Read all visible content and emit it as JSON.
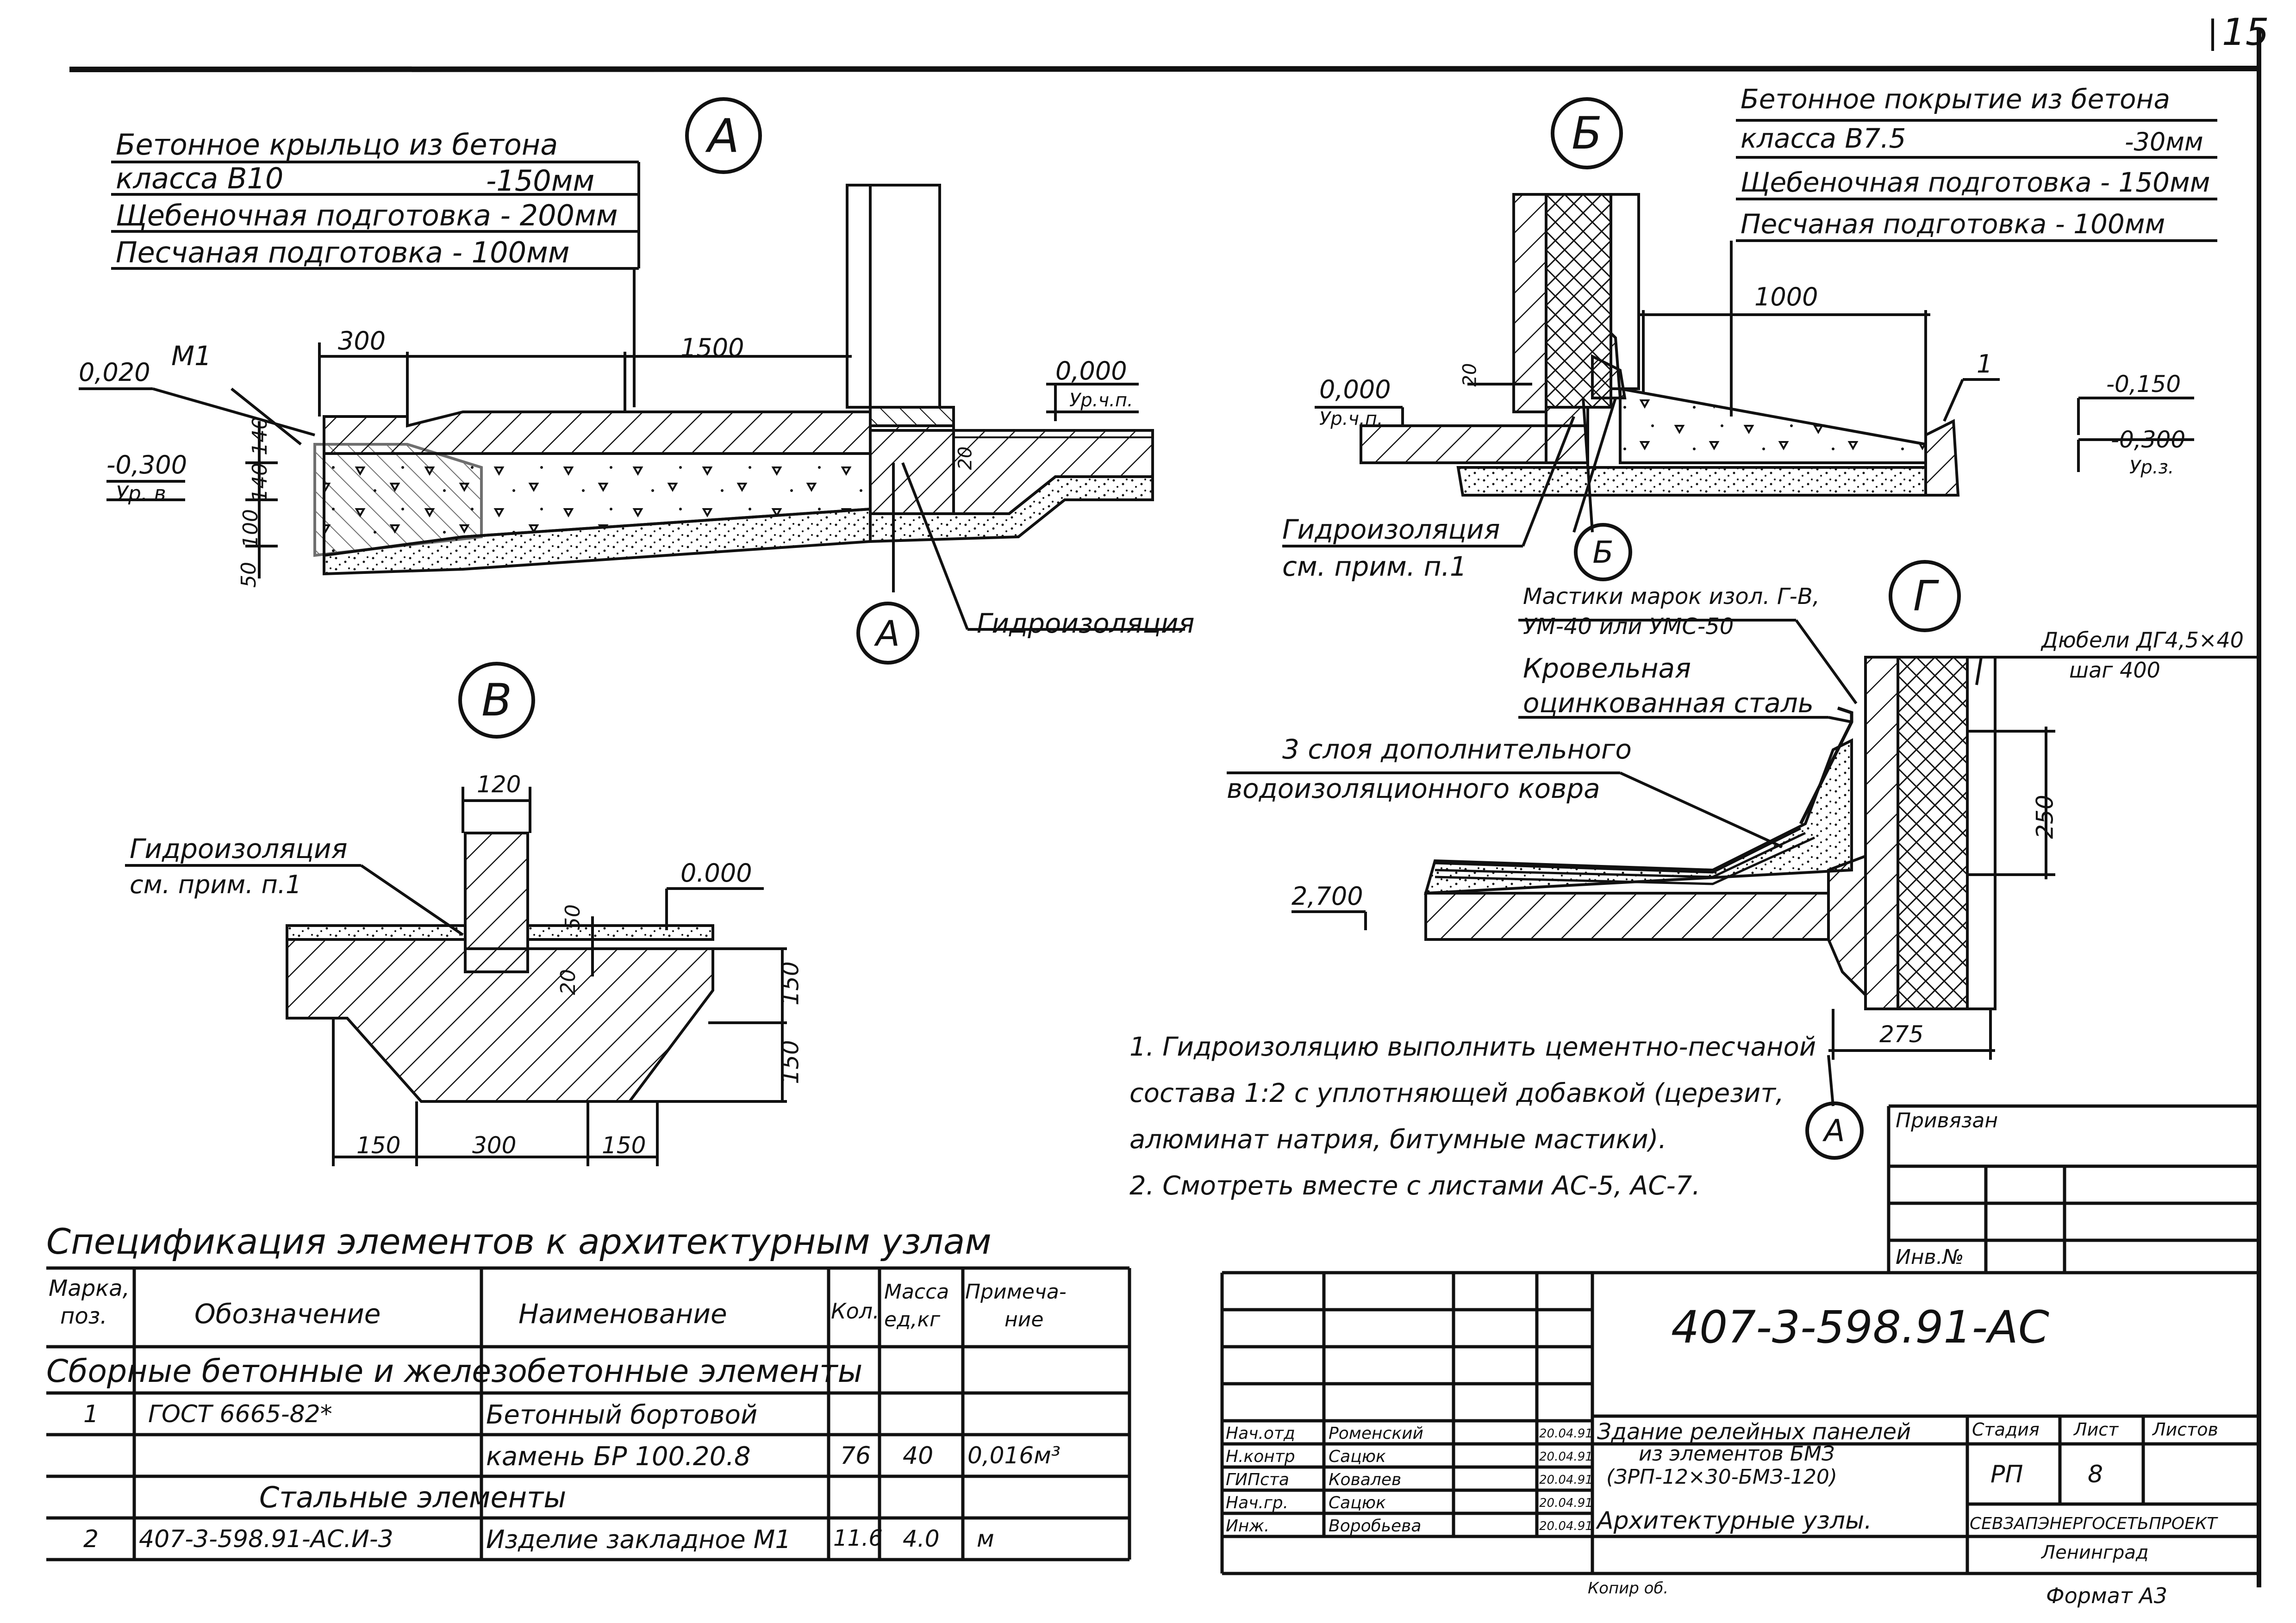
{
  "page_number": "15",
  "node_a": {
    "marker": "А",
    "layers": [
      "Бетонное крыльцо из бетона",
      "класса В10",
      "-150мм",
      "Щебеночная подготовка - 200мм",
      "Песчаная подготовка - 100мм"
    ],
    "elev_left": "0,020",
    "m1": "М1",
    "elev_lower": "-0,300",
    "level_b": "Ур. в",
    "dim_300": "300",
    "dim_1500": "1500",
    "dim_140a": "140",
    "dim_140b": "140",
    "dim_100": "100",
    "dim_50": "50",
    "dim_20": "20",
    "elev_right": "0,000",
    "level_right": "Ур.ч.п.",
    "section_mark": "А",
    "hydro": "Гидроизоляция"
  },
  "node_b": {
    "marker": "Б",
    "layers": [
      "Бетонное покрытие из бетона",
      "класса В7.5",
      "-30мм",
      "Щебеночная подготовка - 150мм",
      "Песчаная подготовка - 100мм"
    ],
    "dim_1000": "1000",
    "dim_20": "20",
    "elev_left": "0,000",
    "level_left": "Ур.ч.п.",
    "callout_1": "1",
    "elev_r1": "-0,150",
    "elev_r2": "-0,300",
    "level_r": "Ур.з.",
    "hydro_note": "Гидроизоляция",
    "hydro_note2": "см. прим. п.1",
    "section_mark": "Б"
  },
  "node_v": {
    "marker": "В",
    "dim_120": "120",
    "hydro_note": "Гидроизоляция",
    "hydro_note2": "см. прим. п.1",
    "elev": "0.000",
    "dim_50": "50",
    "dim_20": "20",
    "dim_150a": "150",
    "dim_150b": "150",
    "dim_b1": "150",
    "dim_b2": "300",
    "dim_b3": "150"
  },
  "node_g": {
    "marker": "Г",
    "mastic": "Мастики марок изол. Г-В,",
    "mastic2": "УМ-40 или УМС-50",
    "dowels": "Дюбели ДГ4,5×40",
    "dowels2": "шаг 400",
    "roof_steel": "Кровельная",
    "roof_steel2": "оцинкованная сталь",
    "layers3": "3 слоя дополнительного",
    "layers3b": "водоизоляционного ковра",
    "dim_250": "250",
    "elev": "2,700",
    "dim_275": "275",
    "section_mark": "А"
  },
  "notes": [
    "1. Гидроизоляцию выполнить цементно-песчаной",
    "состава 1:2 с уплотняющей добавкой (церезит,",
    "алюминат натрия, битумные мастики).",
    "2. Смотреть вместе с листами АС-5, АС-7."
  ],
  "spec": {
    "title": "Спецификация элементов к архитектурным узлам",
    "headers": {
      "mark": "Марка,",
      "mark2": "поз.",
      "designation": "Обозначение",
      "name": "Наименование",
      "qty": "Кол.",
      "mass": "Масса",
      "mass2": "ед,кг",
      "note": "Примеча-",
      "note2": "ние"
    },
    "section1": "Сборные бетонные и железобетонные элементы",
    "row1": {
      "pos": "1",
      "designation": "ГОСТ 6665-82*",
      "name": "Бетонный бортовой",
      "name2": "камень БР 100.20.8",
      "qty": "76",
      "mass": "40",
      "note": "0,016м³"
    },
    "section2": "Стальные элементы",
    "row2": {
      "pos": "2",
      "designation": "407-3-598.91-АС.И-3",
      "name": "Изделие закладное М1",
      "qty": "11.6",
      "mass": "4.0",
      "note": "м"
    }
  },
  "stamp": {
    "bound": "Привязан",
    "inv": "Инв.№",
    "code": "407-3-598.91-АС",
    "roles": [
      "Нач.отд",
      "Н.контр",
      "ГИПста",
      "Нач.гр.",
      "Инж."
    ],
    "names": [
      "Роменский",
      "Сацюк",
      "Ковалев",
      "Сацюк",
      "Воробьева"
    ],
    "dates": [
      "20.04.91",
      "20.04.91",
      "20.04.91",
      "20.04.91",
      "20.04.91"
    ],
    "object": "Здание релейных панелей",
    "object2": "из элементов БМЗ",
    "object3": "(ЗРП-12×30-БМЗ-120)",
    "stage_h": "Стадия",
    "sheet_h": "Лист",
    "sheets_h": "Листов",
    "stage": "РП",
    "sheet": "8",
    "drawing": "Архитектурные узлы.",
    "org": "СЕВЗАПЭНЕРГОСЕТЬПРОЕКТ",
    "org2": "Ленинград",
    "copied": "Копир об.",
    "format": "Формат А3"
  }
}
